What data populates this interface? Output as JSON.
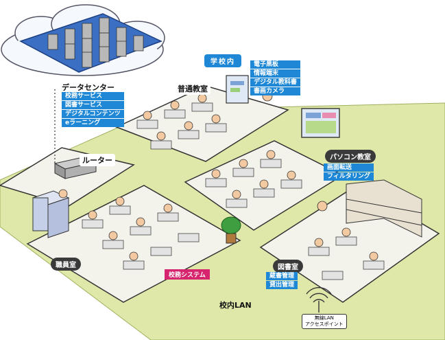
{
  "data_center": {
    "title": "データセンター",
    "services": [
      "校務サービス",
      "図書サービス",
      "デジタルコンテンツ",
      "eラーニング"
    ]
  },
  "campus": {
    "badge": "学校内",
    "lan_label": "校内LAN"
  },
  "rooms": {
    "regular_classroom": {
      "title": "普通教室",
      "items": [
        "電子黒板",
        "情報端末",
        "デジタル教科書",
        "書画カメラ"
      ]
    },
    "router": {
      "title": "ルーター"
    },
    "pc_room": {
      "title": "パソコン教室",
      "items": [
        "画面転送",
        "フィルタリング"
      ]
    },
    "staff_room": {
      "title": "職員室",
      "system": "校務システム"
    },
    "library": {
      "title": "図書室",
      "items": [
        "蔵書管理",
        "貸出管理"
      ]
    }
  },
  "access_point": {
    "line1": "無線LAN",
    "line2": "アクセスポイント"
  },
  "colors": {
    "blue_label": "#1e88d6",
    "pink_label": "#d6246e",
    "floor": "#dfe8a8",
    "server_rack": "#3a6fc4"
  }
}
